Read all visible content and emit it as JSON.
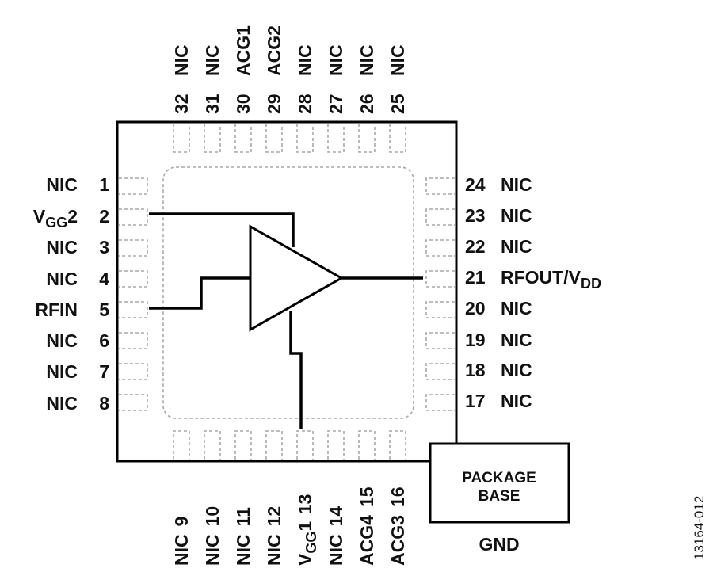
{
  "pins": {
    "left": [
      {
        "num": "1",
        "name": "NIC"
      },
      {
        "num": "2",
        "name": "V",
        "sub": "GG",
        "suffix": "2"
      },
      {
        "num": "3",
        "name": "NIC"
      },
      {
        "num": "4",
        "name": "NIC"
      },
      {
        "num": "5",
        "name": "RFIN"
      },
      {
        "num": "6",
        "name": "NIC"
      },
      {
        "num": "7",
        "name": "NIC"
      },
      {
        "num": "8",
        "name": "NIC"
      }
    ],
    "right": [
      {
        "num": "24",
        "name": "NIC"
      },
      {
        "num": "23",
        "name": "NIC"
      },
      {
        "num": "22",
        "name": "NIC"
      },
      {
        "num": "21",
        "name": "RFOUT/V",
        "sub": "DD"
      },
      {
        "num": "20",
        "name": "NIC"
      },
      {
        "num": "19",
        "name": "NIC"
      },
      {
        "num": "18",
        "name": "NIC"
      },
      {
        "num": "17",
        "name": "NIC"
      }
    ],
    "top": [
      {
        "num": "32",
        "name": "NIC"
      },
      {
        "num": "31",
        "name": "NIC"
      },
      {
        "num": "30",
        "name": "ACG1"
      },
      {
        "num": "29",
        "name": "ACG2"
      },
      {
        "num": "28",
        "name": "NIC"
      },
      {
        "num": "27",
        "name": "NIC"
      },
      {
        "num": "26",
        "name": "NIC"
      },
      {
        "num": "25",
        "name": "NIC"
      }
    ],
    "bottom": [
      {
        "num": "9",
        "name": "NIC"
      },
      {
        "num": "10",
        "name": "NIC"
      },
      {
        "num": "11",
        "name": "NIC"
      },
      {
        "num": "12",
        "name": "NIC"
      },
      {
        "num": "13",
        "name": "V",
        "sub": "GG",
        "suffix": "1"
      },
      {
        "num": "14",
        "name": "NIC"
      },
      {
        "num": "15",
        "name": "ACG4"
      },
      {
        "num": "16",
        "name": "ACG3"
      }
    ]
  },
  "package_base": {
    "line1": "PACKAGE",
    "line2": "BASE",
    "ground": "GND"
  },
  "figure_id": "13164-012"
}
